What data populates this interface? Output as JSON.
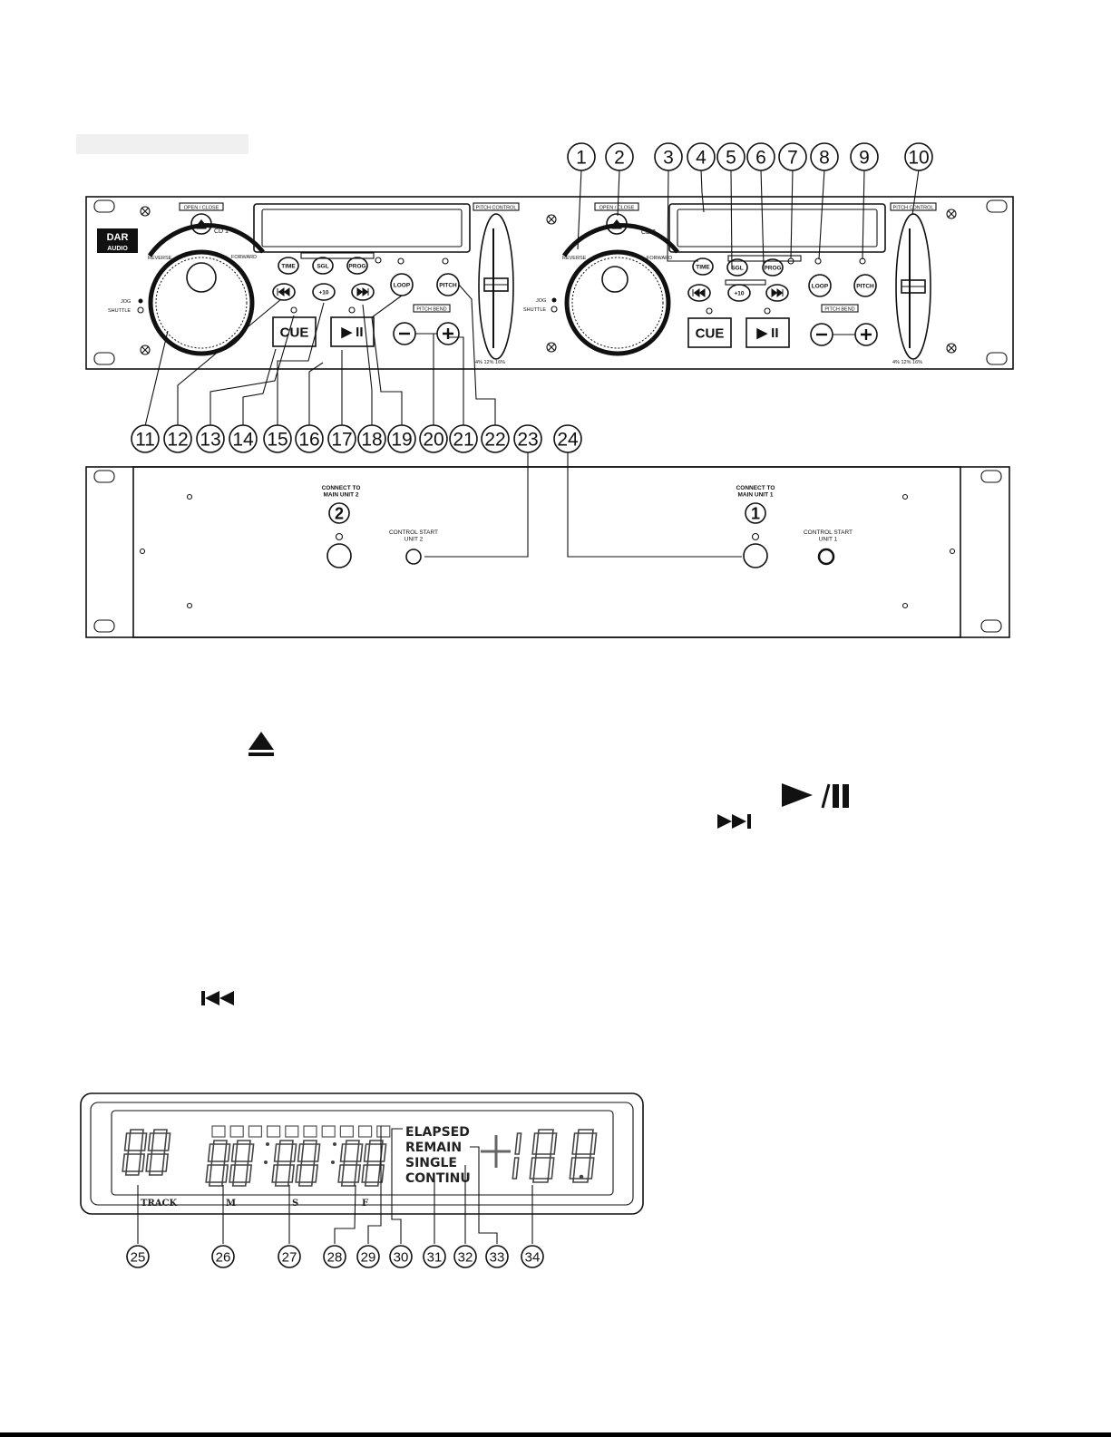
{
  "front_panel": {
    "open_close_label": "OPEN / CLOSE",
    "pitch_control_label": "PITCH CONTROL",
    "logo_top": "DAR",
    "logo_bottom": "AUDIO",
    "cd1_label": "CD 1",
    "cd2_label": "CD 2",
    "reverse_label": "REVERSE",
    "forward_label": "FORWARD",
    "jog_label": "JOG",
    "shuttle_label": "SHUTTLE",
    "time_label": "TIME",
    "sgl_label": "SGL",
    "prog_label": "PROG",
    "plus10_label": "+10",
    "loop_label": "LOOP",
    "pitch_label": "PITCH",
    "pitch_bend_label": "PITCH BEND",
    "cue_label": "CUE",
    "play_label": "▶ II",
    "pitch_range_label": "4% 12% 16%"
  },
  "callouts_top": [
    "1",
    "2",
    "3",
    "4",
    "5",
    "6",
    "7",
    "8",
    "9",
    "10"
  ],
  "callouts_mid": [
    "11",
    "12",
    "13",
    "14",
    "15",
    "16",
    "17",
    "18",
    "19",
    "20",
    "21",
    "22",
    "23",
    "24"
  ],
  "rear_panel": {
    "connect_unit2": "CONNECT TO\nMAIN UNIT 2",
    "connect_unit1": "CONNECT TO\nMAIN UNIT 1",
    "unit2_number": "2",
    "unit1_number": "1",
    "control_start_unit2": "CONTROL START\nUNIT 2",
    "control_start_unit1": "CONTROL START\nUNIT 1"
  },
  "symbols": {
    "eject": "eject-icon",
    "play_pause": "play-pause-icon",
    "next": "next-track-icon",
    "previous": "previous-track-icon"
  },
  "lcd": {
    "track_label": "TRACK",
    "m_label": "M",
    "s_label": "S",
    "f_label": "F",
    "elapsed": "ELAPSED",
    "remain": "REMAIN",
    "single": "SINGLE",
    "continu": "CONTINU"
  },
  "callouts_lcd": [
    "25",
    "26",
    "27",
    "28",
    "29",
    "30",
    "31",
    "32",
    "33",
    "34"
  ]
}
